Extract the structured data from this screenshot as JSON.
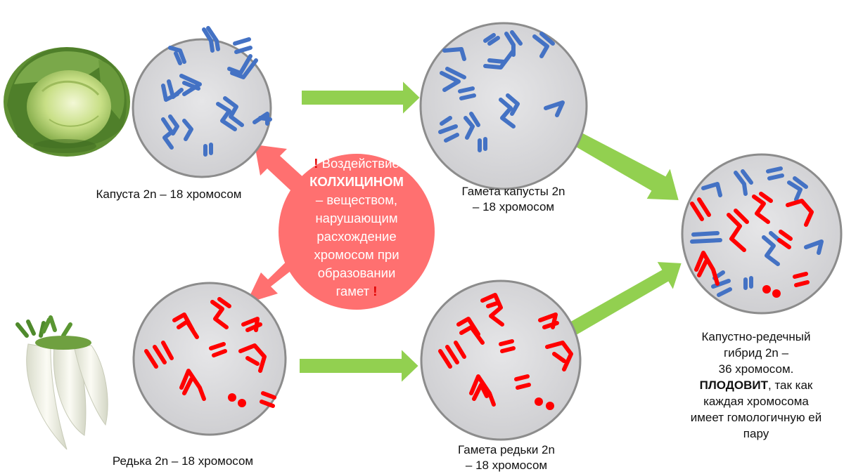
{
  "labels": {
    "cabbage": "Капуста 2n – 18 хромосом",
    "cabbage_gamete_1": "Гамета капусты 2n",
    "cabbage_gamete_2": "– 18 хромосом",
    "radish": "Редька 2n – 18 хромосом",
    "radish_gamete_1": "Гамета редьки 2n",
    "radish_gamete_2": "– 18 хромосом",
    "hybrid_1": "Капустно-редечный",
    "hybrid_2": "гибрид 2n –",
    "hybrid_3": "36 хромосом.",
    "hybrid_bold": "ПЛОДОВИТ",
    "hybrid_4": ", так как",
    "hybrid_5": "каждая хромосома",
    "hybrid_6": "имеет гомологичную ей",
    "hybrid_7": "пару"
  },
  "colchicine_note": {
    "exclamation": "!",
    "line1": "Воздействие",
    "bold": "КОЛХИЦИНОМ",
    "line3": "– веществом,",
    "line4": "нарушающим",
    "line5": "расхождение",
    "line6": "хромосом при",
    "line7": "образовании",
    "line8": "гамет"
  },
  "colors": {
    "cell_fill": "#d9d9db",
    "cell_stroke": "#8c8c8c",
    "cabbage_chromosome": "#4472c4",
    "radish_chromosome": "#ff0000",
    "flow_arrow": "#92d050",
    "colchicine": "#ff7070"
  }
}
